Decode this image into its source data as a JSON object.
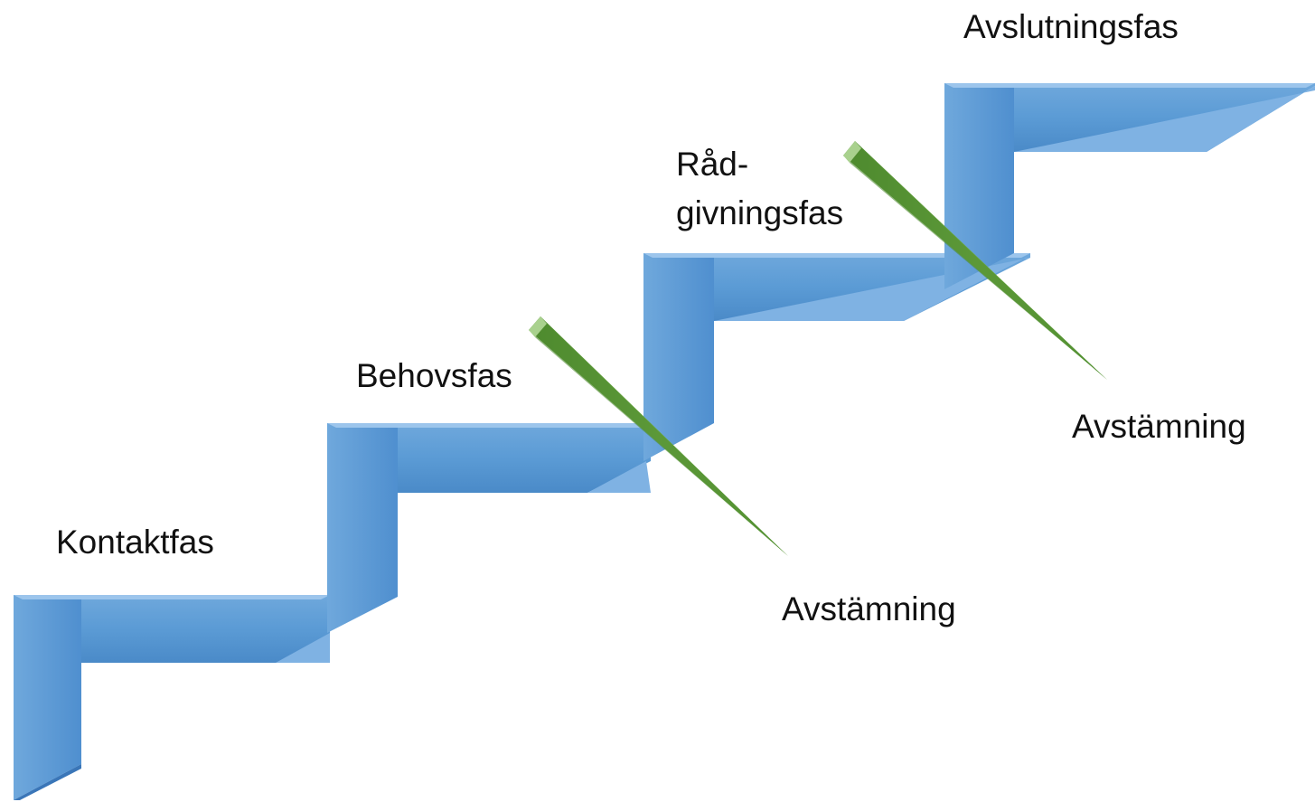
{
  "phases": [
    {
      "label": "Kontaktfas"
    },
    {
      "label": "Behovsfas"
    },
    {
      "label_line1": "Råd-",
      "label_line2": "givningsfas"
    },
    {
      "label": "Avslutningsfas"
    }
  ],
  "checkpoints": [
    {
      "label": "Avstämning"
    },
    {
      "label": "Avstämning"
    }
  ],
  "colors": {
    "step_fill": "#5b9bd5",
    "step_light": "#8bbbe8",
    "step_dark": "#3f7cbf",
    "arrow_fill": "#70ad47",
    "arrow_light": "#a9d18e",
    "arrow_dark": "#4e8a2e"
  }
}
